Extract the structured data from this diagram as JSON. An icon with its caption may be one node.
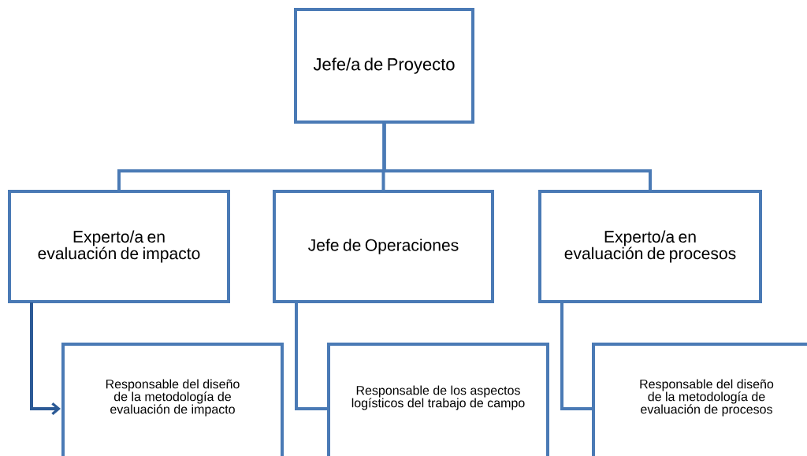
{
  "diagram": {
    "nodes": [
      {
        "text": [
          "Jefe/a de Proyecto"
        ]
      },
      {
        "text": [
          "Experto/a en evaluación de impacto"
        ]
      },
      {
        "text": [
          "Jefe de Operaciones"
        ]
      },
      {
        "text": [
          "Experto/a en evaluación de procesos"
        ]
      },
      {
        "text": [
          "Responsable del diseño de la metodología de evaluación de impacto"
        ]
      },
      {
        "text": [
          "Responsable de los aspectos logísticos del trabajo de campo"
        ]
      },
      {
        "text": [
          "Responsable del diseño de la metodología de evaluación de procesos"
        ]
      }
    ],
    "edges": [
      {
        "from": 0,
        "to": 1,
        "arrow": "none"
      },
      {
        "from": 0,
        "to": 2,
        "arrow": "none"
      },
      {
        "from": 0,
        "to": 3,
        "arrow": "none"
      },
      {
        "from": 1,
        "to": 4,
        "arrow": "to",
        "color": "#2c5a96"
      },
      {
        "from": 2,
        "to": 5,
        "arrow": "none"
      },
      {
        "from": 3,
        "to": 6,
        "arrow": "none"
      }
    ]
  }
}
